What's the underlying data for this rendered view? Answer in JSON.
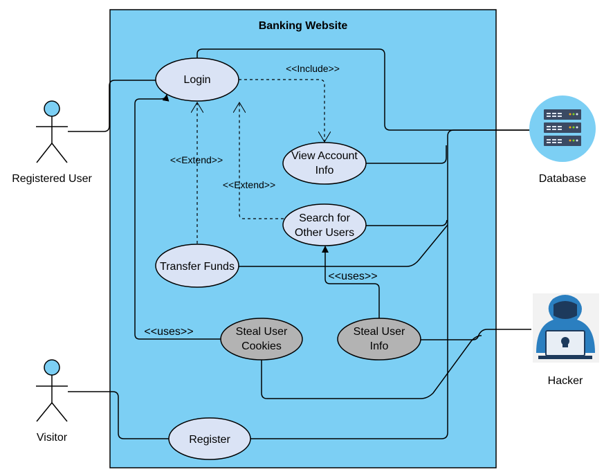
{
  "title": "Banking Website",
  "colors": {
    "system_fill": "#7ccff4",
    "usecase_fill": "#dae3f5",
    "attack_fill": "#b3b3b3",
    "line": "#000000",
    "db_circle": "#7ccff4",
    "db_server": "#3b4a63",
    "hacker": "#2b7fc0"
  },
  "actors": {
    "registered_user": "Registered User",
    "visitor": "Visitor",
    "database": "Database",
    "hacker": "Hacker"
  },
  "use_cases": {
    "login": "Login",
    "view_account_line1": "View Account",
    "view_account_line2": "Info",
    "search_line1": "Search for",
    "search_line2": "Other Users",
    "transfer": "Transfer Funds",
    "steal_cookies_line1": "Steal User",
    "steal_cookies_line2": "Cookies",
    "steal_info_line1": "Steal User",
    "steal_info_line2": "Info",
    "register": "Register"
  },
  "relations": {
    "include": "<<Include>>",
    "extend_transfer": "<<Extend>>",
    "extend_search": "<<Extend>>",
    "uses_cookies": "<<uses>>",
    "uses_info": "<<uses>>"
  },
  "icons": [
    "stick-figure-icon",
    "database-server-icon",
    "hacker-icon"
  ]
}
